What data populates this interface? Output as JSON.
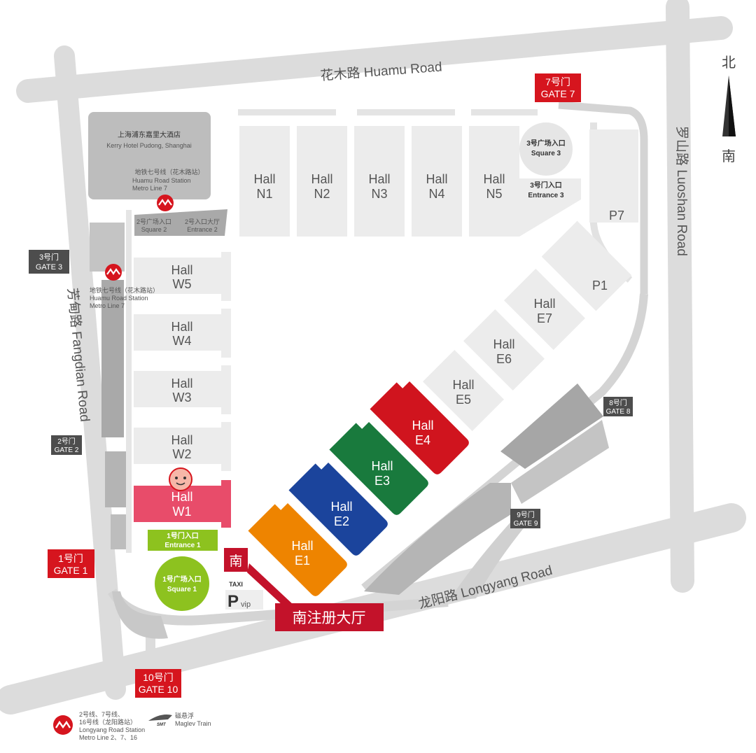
{
  "compass": {
    "north": "北",
    "south": "南"
  },
  "roads": {
    "north": "花木路 Huamu Road",
    "east": "罗山路 Luoshan Road",
    "west": "芳甸路 Fangdian Road",
    "south": "龙阳路 Longyang Road"
  },
  "gates": {
    "gate1": [
      "1号门",
      "GATE 1"
    ],
    "gate2": [
      "2号门",
      "GATE 2"
    ],
    "gate3": [
      "3号门",
      "GATE 3"
    ],
    "gate7": [
      "7号门",
      "GATE 7"
    ],
    "gate8": [
      "8号门",
      "GATE 8"
    ],
    "gate9": [
      "9号门",
      "GATE 9"
    ],
    "gate10": [
      "10号门",
      "GATE 10"
    ]
  },
  "halls": {
    "N1": [
      "Hall",
      "N1"
    ],
    "N2": [
      "Hall",
      "N2"
    ],
    "N3": [
      "Hall",
      "N3"
    ],
    "N4": [
      "Hall",
      "N4"
    ],
    "N5": [
      "Hall",
      "N5"
    ],
    "W1": [
      "Hall",
      "W1"
    ],
    "W2": [
      "Hall",
      "W2"
    ],
    "W3": [
      "Hall",
      "W3"
    ],
    "W4": [
      "Hall",
      "W4"
    ],
    "W5": [
      "Hall",
      "W5"
    ],
    "E1": [
      "Hall",
      "E1"
    ],
    "E2": [
      "Hall",
      "E2"
    ],
    "E3": [
      "Hall",
      "E3"
    ],
    "E4": [
      "Hall",
      "E4"
    ],
    "E5": [
      "Hall",
      "E5"
    ],
    "E6": [
      "Hall",
      "E6"
    ],
    "E7": [
      "Hall",
      "E7"
    ]
  },
  "hall_colors": {
    "E1": "#ee8400",
    "E2": "#1b449c",
    "E3": "#197a3d",
    "E4": "#d0141e",
    "W1": "#e84c6a"
  },
  "parking": {
    "p1": "P1",
    "p7": "P7"
  },
  "entrances": {
    "square1": [
      "1号广场入口",
      "Square 1"
    ],
    "entrance1": [
      "1号门入口",
      "Entrance 1"
    ],
    "square2": [
      "2号广场入口",
      "Square 2"
    ],
    "entrance2": [
      "2号入口大厅",
      "Entrance 2"
    ],
    "square3": [
      "3号广场入口",
      "Square 3"
    ],
    "entrance3": [
      "3号门入口",
      "Entrance 3"
    ]
  },
  "hotel": [
    "上海浦东嘉里大酒店",
    "Kerry Hotel Pudong, Shanghai"
  ],
  "metro_north": [
    "地铁七号线（花木路站）",
    "Huamu Road Station",
    "Metro Line 7"
  ],
  "metro_west": [
    "地铁七号线（花木路站）",
    "Huamu Road Station",
    "Metro Line 7"
  ],
  "south_hall": {
    "marker": "南",
    "registration": "南注册大厅",
    "taxi": "TAXI",
    "parking": "P",
    "vip": "vip"
  },
  "legend": {
    "metro": [
      "2号线、7号线、",
      "16号线（龙阳路站）",
      "Longyang Road Station",
      "Metro Line 2、7、16"
    ],
    "maglev_badge": "SMT",
    "maglev": [
      "磁悬浮",
      "Maglev Train"
    ]
  }
}
